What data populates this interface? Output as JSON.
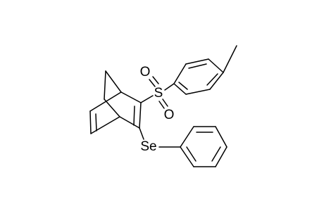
{
  "molecule": {
    "atom_labels": {
      "sulfur": "S",
      "oxygen_1": "O",
      "oxygen_2": "O",
      "selenium": "Se"
    }
  }
}
